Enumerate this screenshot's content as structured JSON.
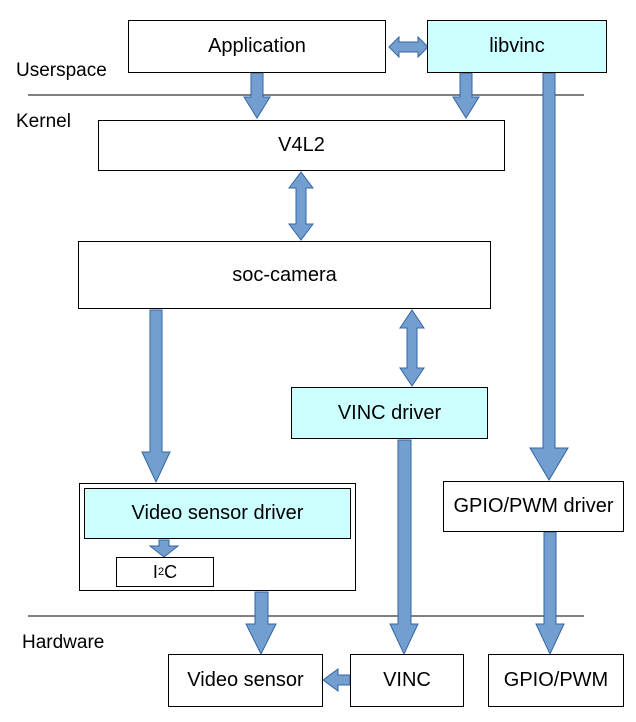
{
  "layers": {
    "userspace": "Userspace",
    "kernel": "Kernel",
    "hardware": "Hardware"
  },
  "boxes": {
    "application": "Application",
    "libvinc": "libvinc",
    "v4l2": "V4L2",
    "soc_camera": "soc-camera",
    "vinc_driver": "VINC driver",
    "video_sensor_driver": "Video sensor driver",
    "i2c_prefix": "I",
    "i2c_sup": "2",
    "i2c_suffix": "C",
    "gpio_pwm_driver": "GPIO/PWM driver",
    "video_sensor": "Video sensor",
    "vinc": "VINC",
    "gpio_pwm": "GPIO/PWM"
  },
  "colors": {
    "arrow": "#729fcf",
    "arrow_stroke": "#3465a4",
    "highlight": "#ccffff"
  }
}
